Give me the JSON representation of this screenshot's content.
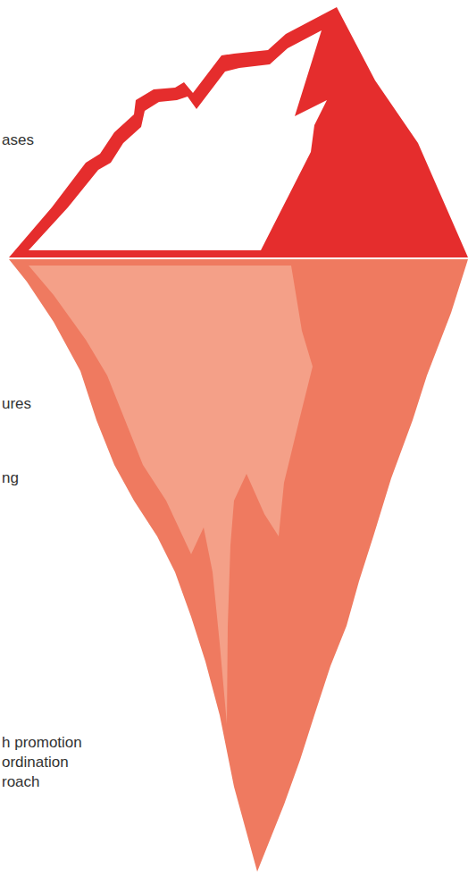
{
  "diagram": {
    "labels": [
      "ases",
      "ures",
      "ng",
      "h promotion",
      "ordination",
      "roach"
    ]
  }
}
